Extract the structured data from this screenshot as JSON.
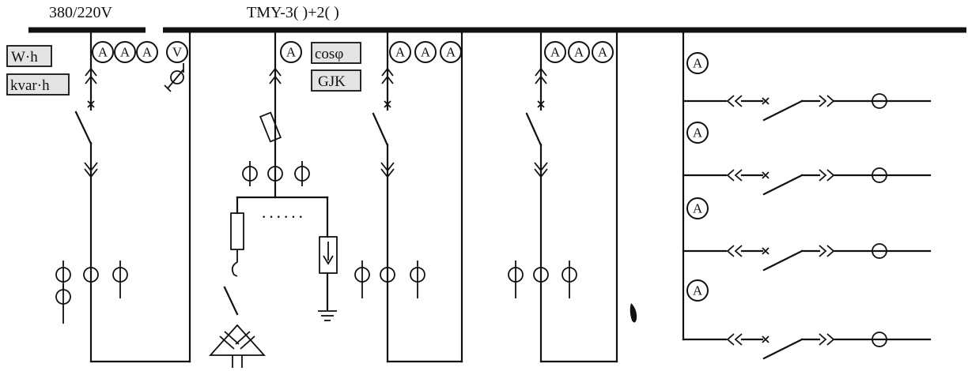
{
  "bus": {
    "voltage": "380/220V",
    "busbar_spec": "TMY-3(   )+2(   )"
  },
  "labels": {
    "energy_active": "W·h",
    "energy_reactive": "kvar·h",
    "power_factor": "cosφ",
    "reactive_controller": "GJK"
  },
  "meters": {
    "ammeter": "A",
    "voltmeter": "V"
  },
  "capacitor_dots": "······"
}
